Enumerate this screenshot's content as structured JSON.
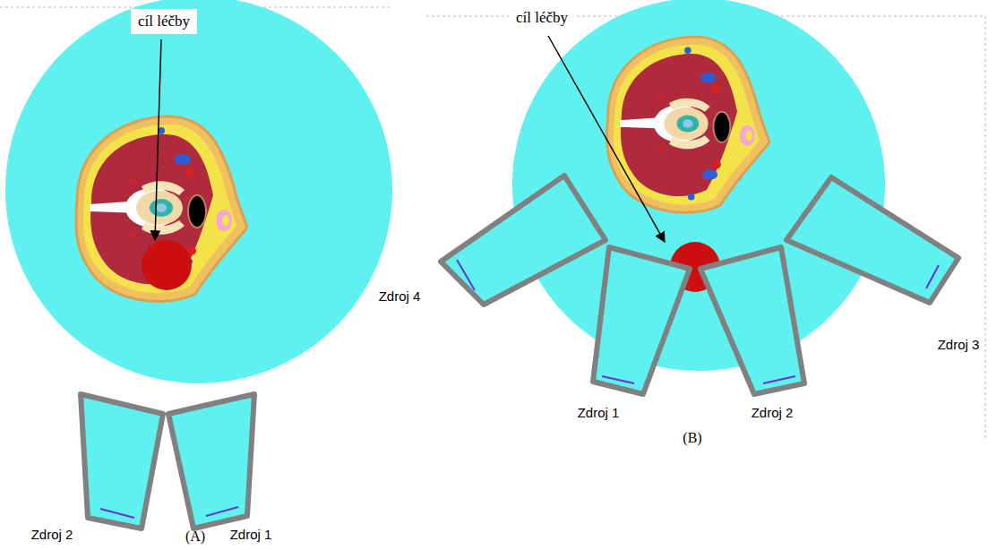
{
  "diagram": {
    "labels": [
      "cíl léčby",
      "Zdroj 2",
      "Zdroj 1",
      "(A)",
      "cíl léčby",
      "Zdroj 4",
      "Zdroj 3",
      "Zdroj 1",
      "Zdroj 2",
      "(B)"
    ]
  }
}
